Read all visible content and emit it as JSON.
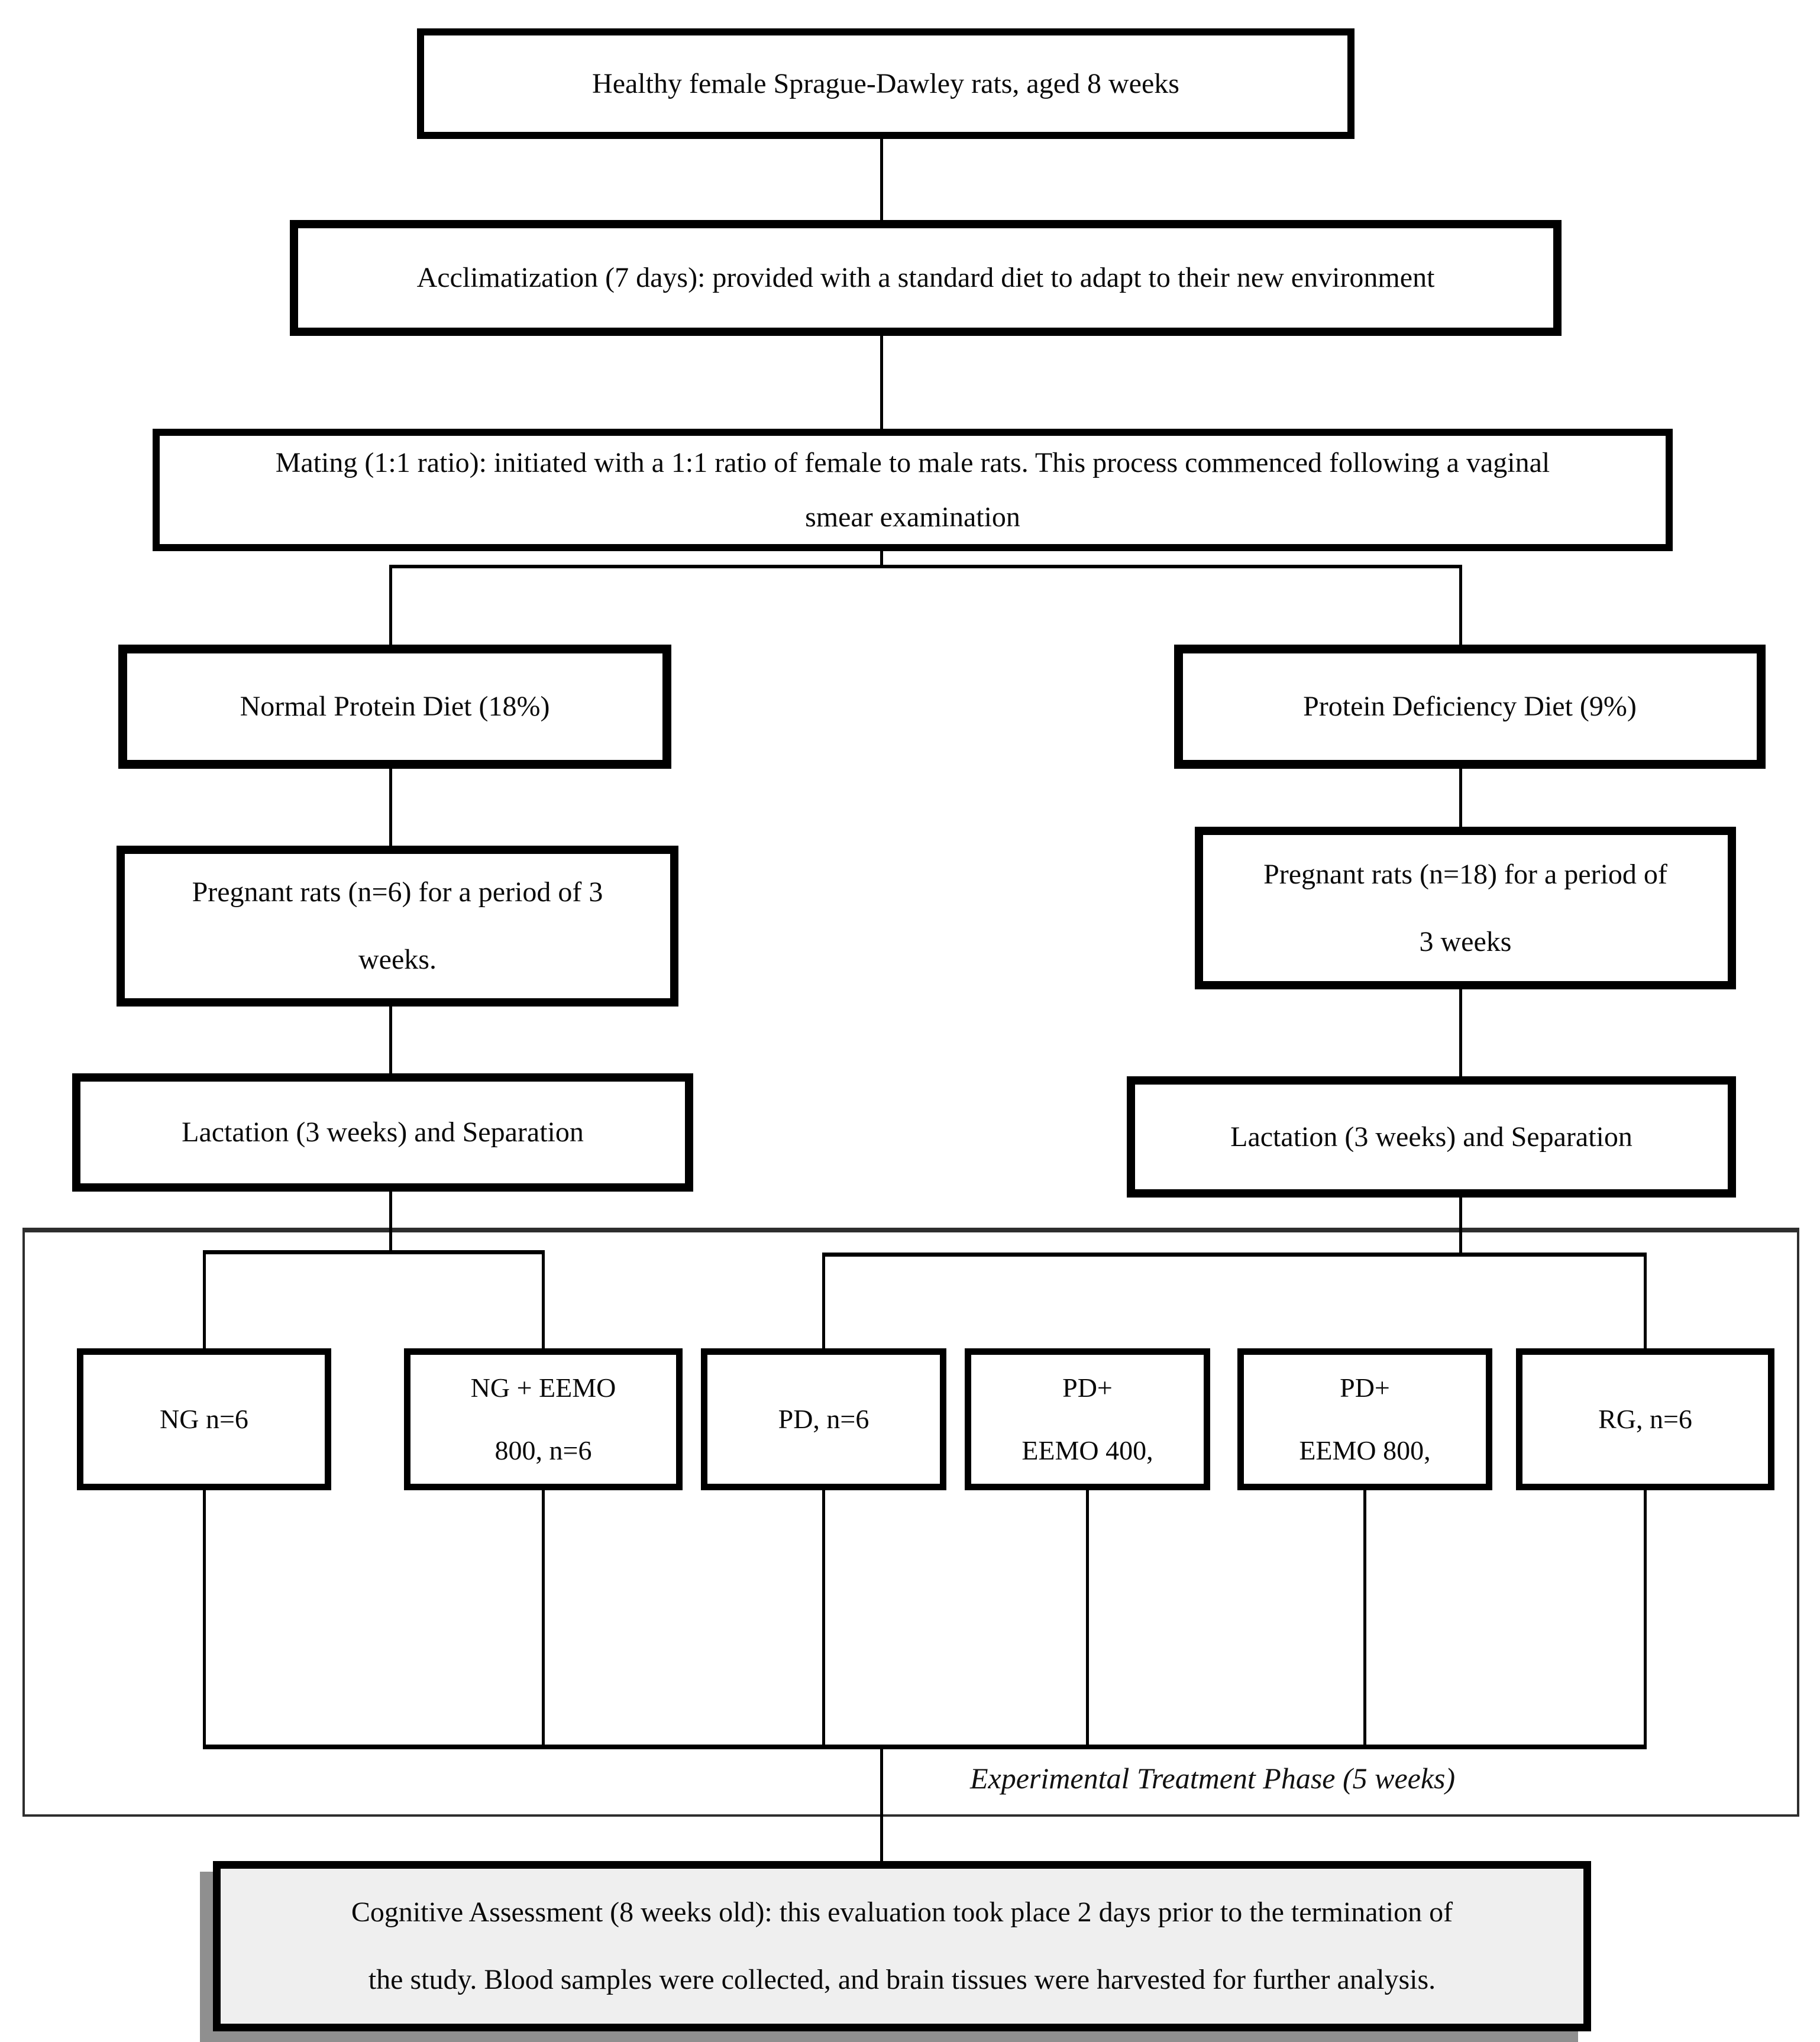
{
  "flowchart": {
    "boxes": {
      "healthy": {
        "text": "Healthy female Sprague-Dawley rats, aged 8 weeks"
      },
      "acclimatization": {
        "text": "Acclimatization (7 days): provided with a standard diet to adapt to their new environment"
      },
      "mating": {
        "line1": "Mating (1:1 ratio): initiated with a 1:1 ratio of female to male rats. This process commenced following a vaginal",
        "line2": "smear examination"
      },
      "normal_protein_diet": {
        "text": "Normal Protein Diet (18%)"
      },
      "protein_deficiency_diet": {
        "text": "Protein Deficiency Diet (9%)"
      },
      "pregnant_left": {
        "line1": "Pregnant rats (n=6) for a period of 3",
        "line2": "weeks."
      },
      "pregnant_right": {
        "line1": "Pregnant rats (n=18) for a period of",
        "line2": "3 weeks"
      },
      "lactation_left": {
        "text": "Lactation (3 weeks) and Separation"
      },
      "lactation_right": {
        "text": "Lactation (3 weeks) and Separation"
      },
      "group_ng": {
        "text": "NG n=6"
      },
      "group_ng_eemo": {
        "line1": "NG + EEMO",
        "line2": "800, n=6"
      },
      "group_pd": {
        "text": "PD, n=6"
      },
      "group_pd_eemo400": {
        "line1": "PD+",
        "line2": "EEMO 400,"
      },
      "group_pd_eemo800": {
        "line1": "PD+",
        "line2": "EEMO 800,"
      },
      "group_rg": {
        "text": "RG, n=6"
      },
      "cognitive": {
        "line1": "Cognitive Assessment (8 weeks old): this evaluation took place 2 days prior to the termination of",
        "line2": "the study. Blood samples were collected, and brain tissues were harvested for further analysis."
      }
    },
    "labels": {
      "treatment_phase": "Experimental Treatment Phase (5 weeks)"
    },
    "colors": {
      "line": "#000000",
      "box_border": "#000000",
      "cognitive_bg": "#efefef",
      "cognitive_shadow": "#8f8f8f"
    }
  }
}
